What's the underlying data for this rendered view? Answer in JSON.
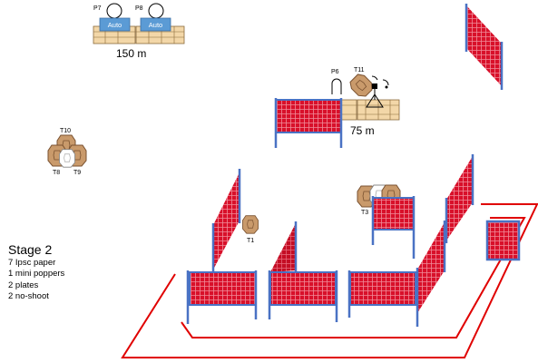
{
  "distance_labels": {
    "far": "150 m",
    "mid": "75 m"
  },
  "poppers": [
    {
      "id": "P7",
      "mode": "Auto"
    },
    {
      "id": "P8",
      "mode": "Auto"
    },
    {
      "id": "P6"
    }
  ],
  "targets": [
    "T10",
    "T8",
    "T9",
    "T11",
    "T3",
    "T1"
  ],
  "legend": {
    "title": "Stage 2",
    "lines": [
      "7 Ipsc paper",
      "1 mini poppers",
      "2 plates",
      "2 no-shoot"
    ]
  },
  "colors": {
    "wall_fill": "#d8102a",
    "wall_frame": "#4a72c4",
    "boundary": "#e00000",
    "target_tan": "#c99a6b",
    "pallet": "#f3d7a8",
    "popper_box": "#5b9bd5"
  }
}
